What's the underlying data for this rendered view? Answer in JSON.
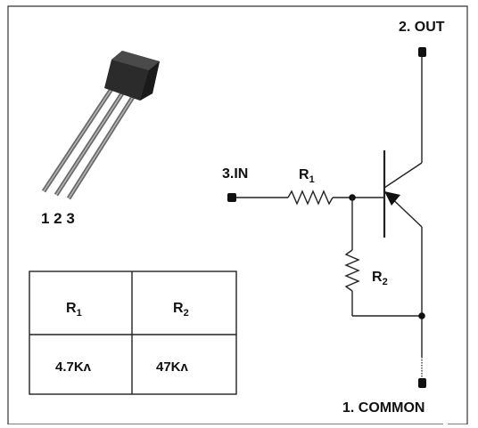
{
  "pins": {
    "out": "2. OUT",
    "in": "3.IN",
    "common": "1. COMMON",
    "package_numbers": "1 2 3"
  },
  "resistors": {
    "r1_label": "R",
    "r1_sub": "1",
    "r2_label": "R",
    "r2_sub": "2"
  },
  "table": {
    "headers": [
      {
        "label": "R",
        "sub": "1"
      },
      {
        "label": "R",
        "sub": "2"
      }
    ],
    "values": [
      "4.7Kʌ",
      "47Kʌ"
    ]
  },
  "colors": {
    "line": "#222222",
    "package_body": "#2b2b2b"
  }
}
